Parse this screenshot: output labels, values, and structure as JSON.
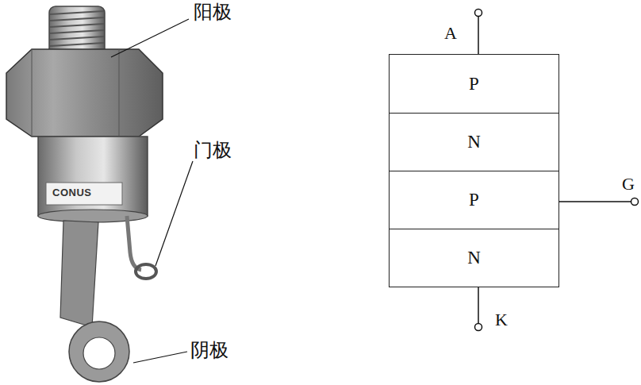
{
  "diagram": {
    "nodes": [
      {
        "text": [
          "P"
        ]
      },
      {
        "text": [
          "N"
        ]
      },
      {
        "text": [
          "P"
        ]
      },
      {
        "text": [
          "N"
        ]
      }
    ],
    "labels": [
      "阳极",
      "门极",
      "阴极",
      "CONUS",
      "A",
      "G",
      "K"
    ]
  }
}
